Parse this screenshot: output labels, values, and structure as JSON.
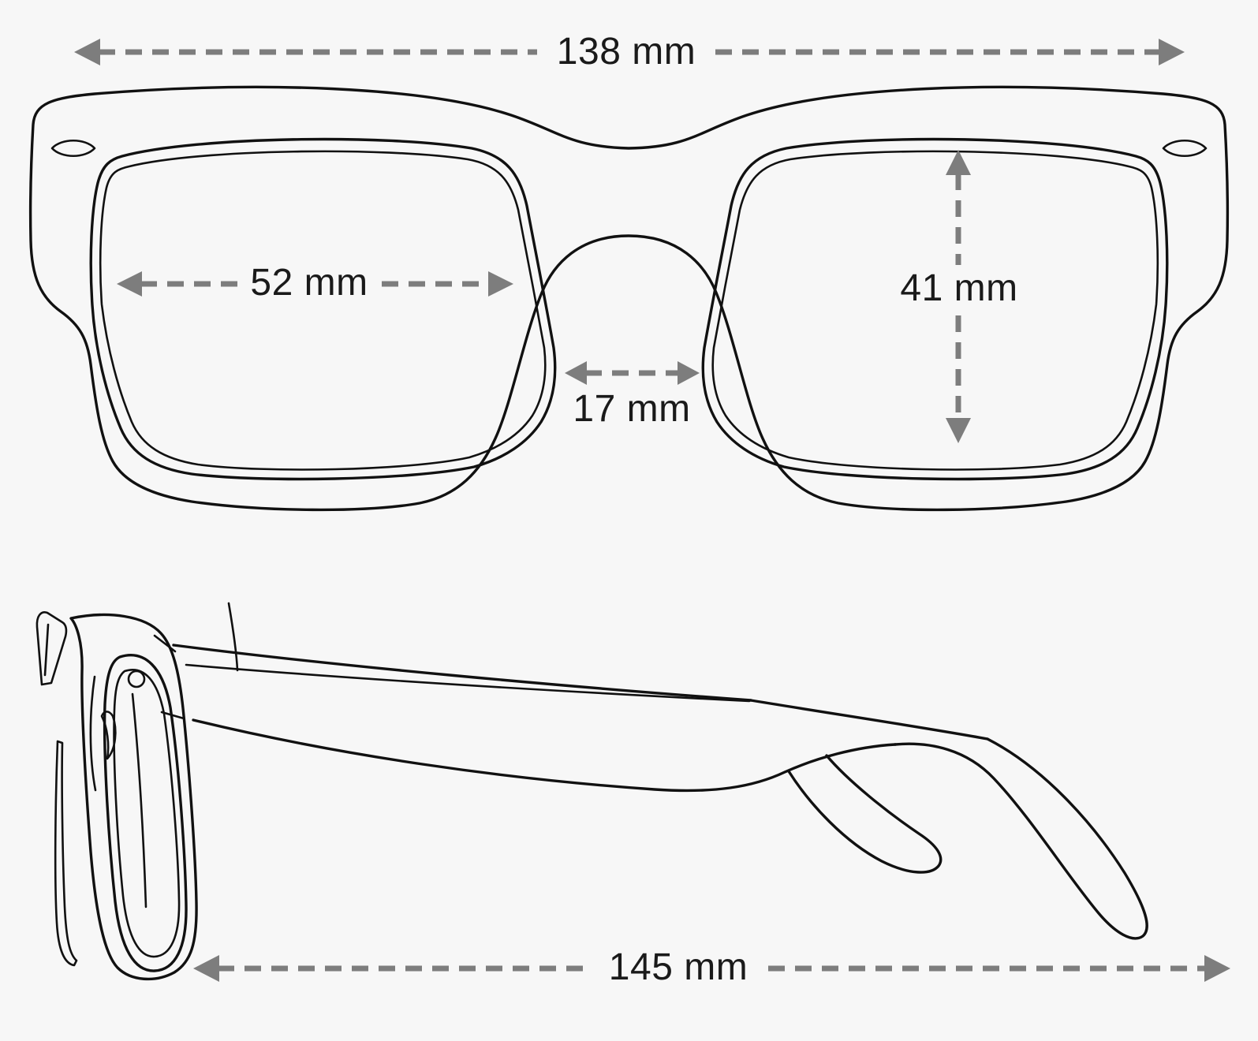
{
  "page": {
    "background_color": "#f7f7f7",
    "line_color": "#111111",
    "dimension_color": "#7d7d7d",
    "text_color": "#1a1a1a"
  },
  "diagram": {
    "type": "eyeglasses-measurement-diagram",
    "views": {
      "front": "glasses front view",
      "side": "glasses side view"
    },
    "measurements": {
      "frame_width": "138 mm",
      "lens_width": "52 mm",
      "lens_height": "41 mm",
      "bridge_width": "17 mm",
      "temple_length": "145 mm"
    }
  }
}
